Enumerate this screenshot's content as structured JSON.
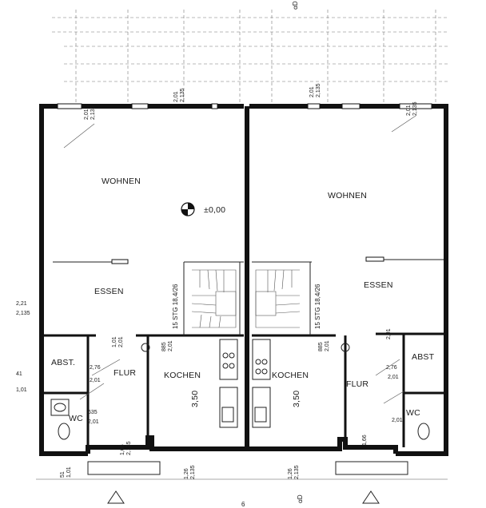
{
  "rooms": {
    "left": {
      "wohnen": "WOHNEN",
      "essen": "ESSEN",
      "abst": "ABST.",
      "flur": "FLUR",
      "wc": "WC",
      "kochen": "KOCHEN",
      "stair": "15 STG 18,4/26"
    },
    "right": {
      "wohnen": "WOHNEN",
      "essen": "ESSEN",
      "abst": "ABST",
      "flur": "FLUR",
      "wc": "WC",
      "kochen": "KOCHEN",
      "stair": "15 STG 18,4/26"
    }
  },
  "level_marker": "±0,00",
  "dimensions": {
    "window_top": [
      "2,01",
      "2,135"
    ],
    "kitchen_depth": "3,50",
    "door_885": "885",
    "door_201": "2,01",
    "abst_276": "2,76",
    "wc_635": "635",
    "flur_166": "1,66",
    "bottom_126": "1,26",
    "bottom_51": "51",
    "left_margin_a": "2,21",
    "left_margin_b": "2,135",
    "left_41": "41",
    "left_101": "1,01"
  },
  "page_number": "6",
  "corner_mark": "ꭤD"
}
